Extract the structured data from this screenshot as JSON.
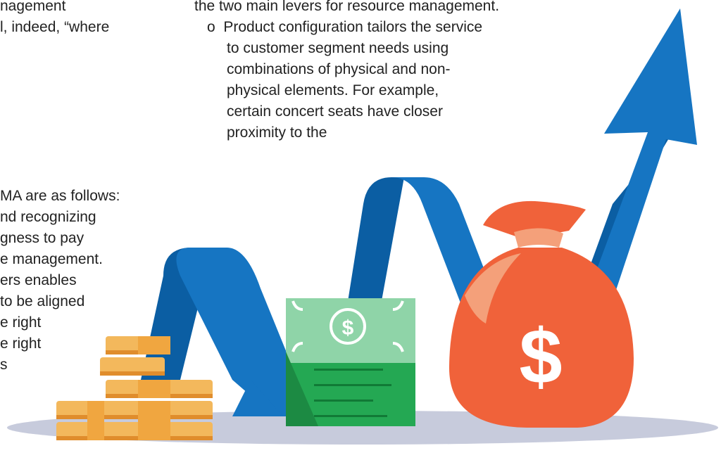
{
  "left_column": {
    "lines": [
      "nagement",
      "l, indeed, “where",
      "",
      "",
      "",
      "",
      "",
      "",
      "",
      "MA are as follows:",
      "nd recognizing",
      "gness to pay",
      "e management.",
      "ers enables",
      "to be aligned",
      "e right",
      "e right",
      "s"
    ]
  },
  "right_column": {
    "intro_line": "the two main levers for resource management.",
    "bullet_marker": "o",
    "bullet_lines": [
      "Product configuration tailors the service",
      "to customer segment needs using",
      "combinations of physical and non-",
      "physical elements. For example,",
      "certain concert seats have closer",
      "proximity to the"
    ]
  },
  "illustration": {
    "arrow_color": "#1675c2",
    "arrow_shadow_color": "#0b5ea3",
    "cash_color": "#24a853",
    "cash_light_color": "#8fd4a8",
    "bag_color": "#f0623a",
    "bag_light_color": "#f4a07a",
    "coin_color": "#f3b85c",
    "coin_dark_color": "#e08d2c",
    "ground_color": "#c7cbdc",
    "dollar_sign": "$"
  }
}
